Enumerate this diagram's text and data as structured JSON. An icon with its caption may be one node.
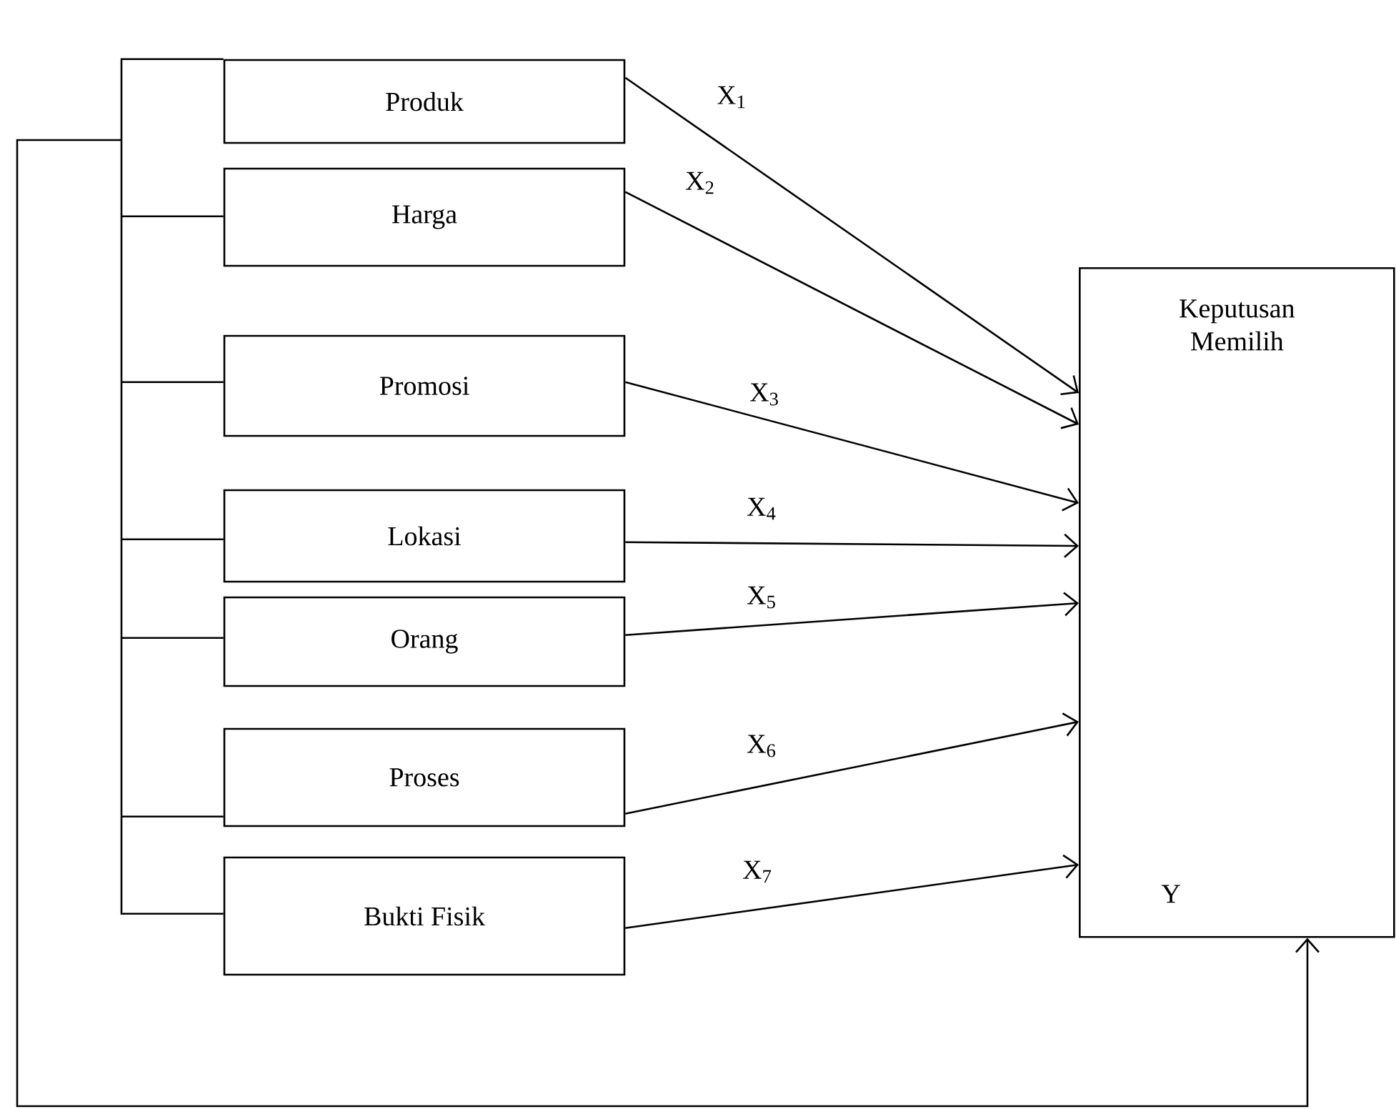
{
  "diagram": {
    "nodes": [
      {
        "text": [
          "Produk"
        ]
      },
      {
        "text": [
          "Harga"
        ]
      },
      {
        "text": [
          "Promosi"
        ]
      },
      {
        "text": [
          "Lokasi"
        ]
      },
      {
        "text": [
          "Orang"
        ]
      },
      {
        "text": [
          "Proses"
        ]
      },
      {
        "text": [
          "Bukti Fisik"
        ]
      },
      {
        "text": [
          "Keputusan Memilih",
          "Y"
        ]
      }
    ],
    "edges": [
      {
        "from": 0,
        "to": 7,
        "arrow": "to",
        "label": "X$_{1}$"
      },
      {
        "from": 1,
        "to": 7,
        "arrow": "to",
        "label": "X$_{2}$"
      },
      {
        "from": 2,
        "to": 7,
        "arrow": "to",
        "label": "X$_{3}$"
      },
      {
        "from": 3,
        "to": 7,
        "arrow": "to",
        "label": "X$_{4}$"
      },
      {
        "from": 4,
        "to": 7,
        "arrow": "to",
        "label": "X$_{5}$"
      },
      {
        "from": 5,
        "to": 7,
        "arrow": "to",
        "label": "X$_{6}$"
      },
      {
        "from": 6,
        "to": 7,
        "arrow": "to",
        "label": "X$_{7}$"
      },
      {
        "from": 0,
        "to": 7,
        "arrow": "to"
      },
      {
        "from": 1,
        "to": 7,
        "arrow": "to"
      },
      {
        "from": 2,
        "to": 7,
        "arrow": "to"
      },
      {
        "from": 3,
        "to": 7,
        "arrow": "to"
      },
      {
        "from": 4,
        "to": 7,
        "arrow": "to"
      },
      {
        "from": 5,
        "to": 7,
        "arrow": "to"
      },
      {
        "from": 6,
        "to": 7,
        "arrow": "to"
      }
    ]
  }
}
